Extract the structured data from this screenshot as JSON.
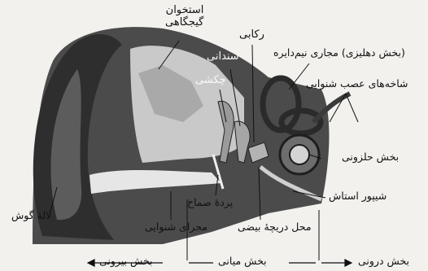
{
  "labels": {
    "bone": "استخوان\nگیجگاهی",
    "stapes": "رکابی",
    "incus": "سندانی",
    "malleus": "چکشی",
    "vestibular": "(بخش دهلیزی) مجاری نیم‌دایره",
    "nerve_branches": "شاخه‌های عصب شنوایی",
    "cochlea": "بخش حلزونی",
    "eustachian": "شیپور استاش",
    "oval_window": "محل دریچهٔ بیضی",
    "eardrum": "پردهٔ صماخ",
    "canal": "مجرای شنوایی",
    "pinna": "لالهٔ گوش",
    "outer": "بخش بیرونی",
    "middle": "بخش میانی",
    "inner": "بخش درونی"
  },
  "colors": {
    "background": "#f2f1ee",
    "ink": "#111111",
    "tissue_dark": "#3a3a3a",
    "tissue_mid": "#8c8c8c",
    "bone_light": "#c9c9c9"
  }
}
